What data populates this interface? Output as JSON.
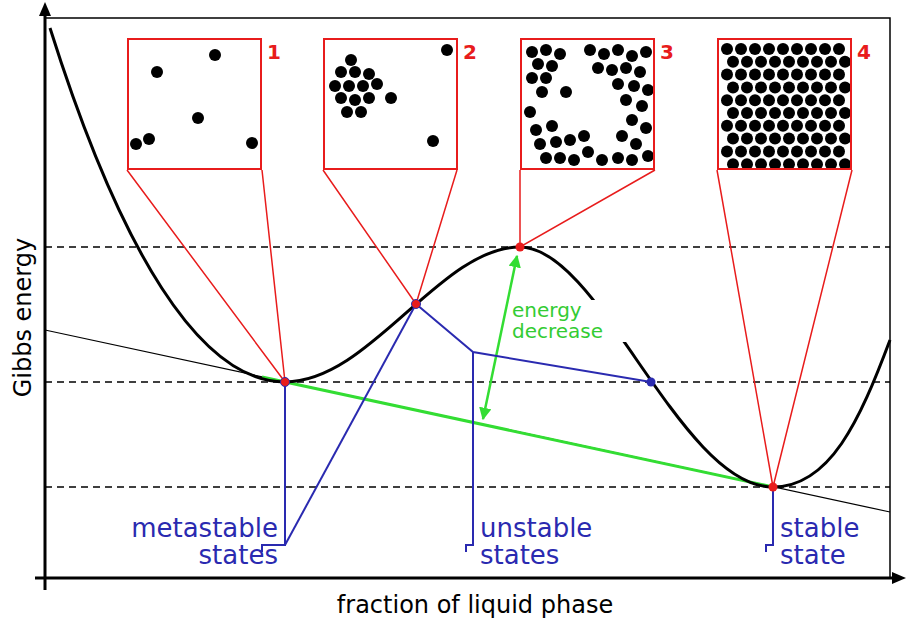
{
  "diagram": {
    "nodes": [
      {
        "text": [
          "1"
        ]
      },
      {
        "text": [
          "2"
        ]
      },
      {
        "text": [
          "3"
        ]
      },
      {
        "text": [
          "4"
        ]
      }
    ],
    "labels": [
      "Gibbs energy",
      "fraction of liquid phase",
      "energy decrease",
      "metastable states",
      "unstable states",
      "stable state"
    ]
  }
}
